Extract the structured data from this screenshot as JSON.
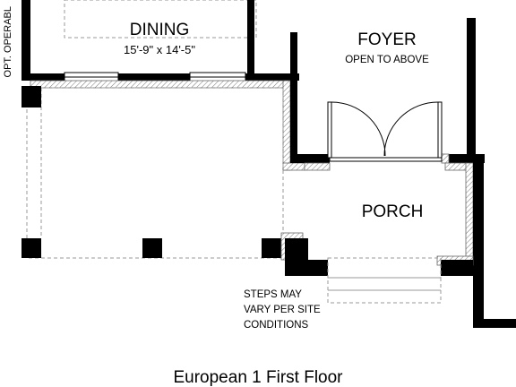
{
  "rooms": {
    "dining": {
      "name": "DINING",
      "dimensions": "15'-9\" x 14'-5\""
    },
    "foyer": {
      "name": "FOYER",
      "note": "OPEN TO ABOVE"
    },
    "porch": {
      "name": "PORCH"
    }
  },
  "side_note": "OPT. OPERABL",
  "steps_note": [
    "STEPS MAY",
    "VARY PER SITE",
    "CONDITIONS"
  ],
  "caption": "European 1 First Floor"
}
